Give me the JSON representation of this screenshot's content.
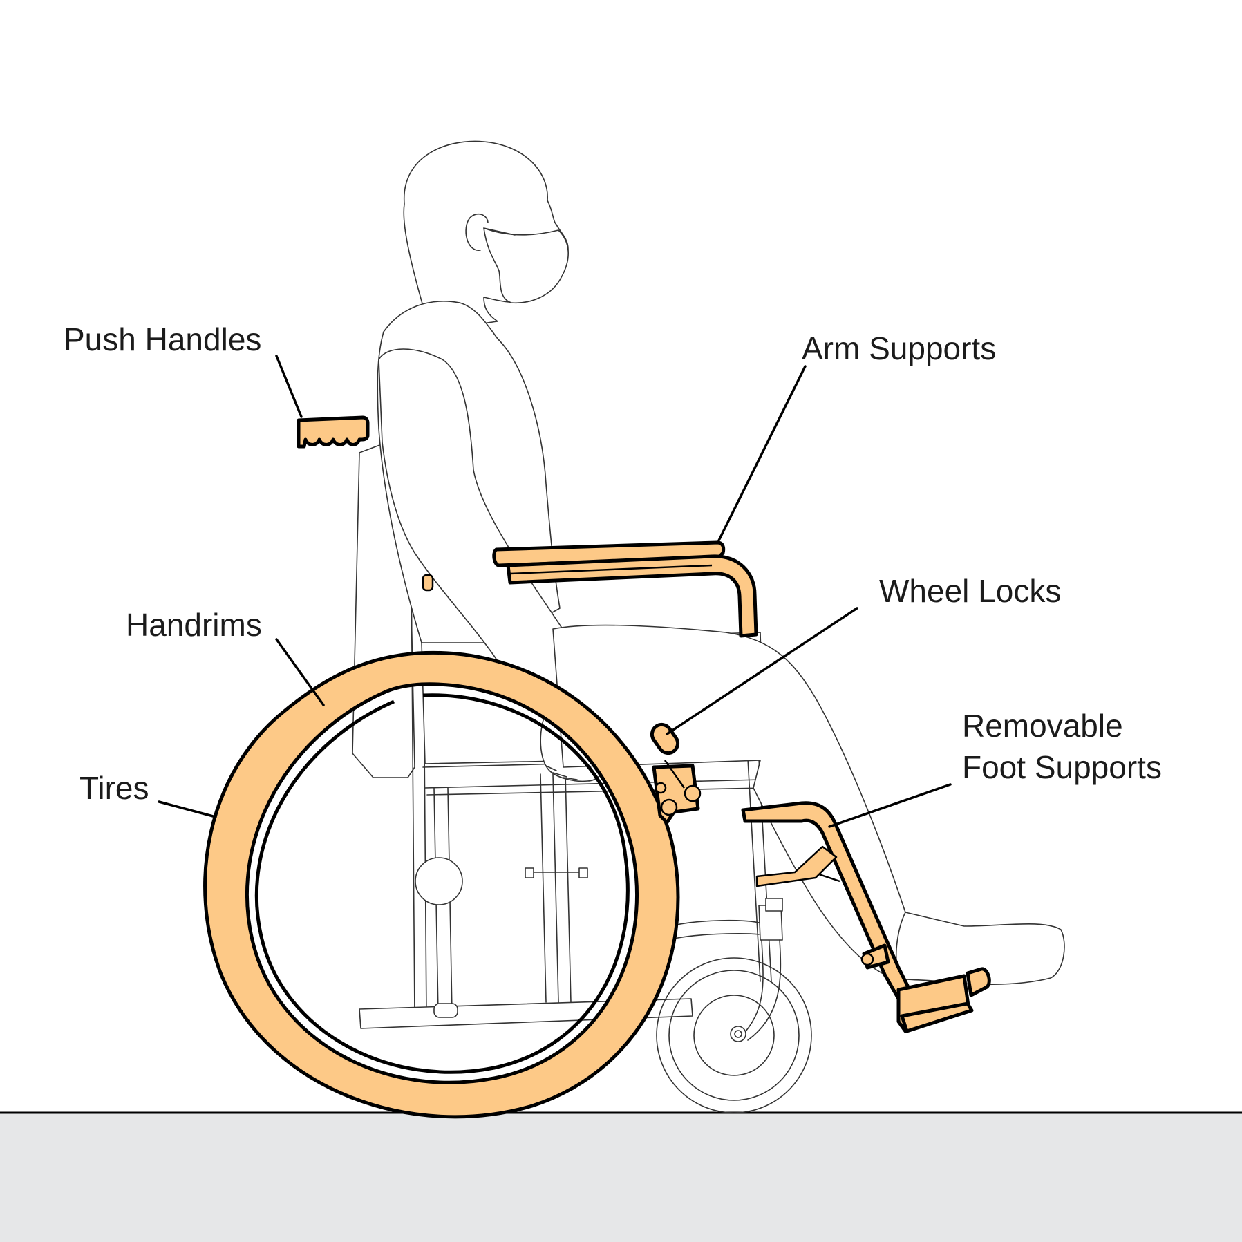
{
  "colors": {
    "highlight": "#fdc987",
    "outline": "#000000",
    "line_art": "#333333",
    "ground": "#e6e7e8",
    "background": "#ffffff"
  },
  "labels": {
    "push_handles": "Push Handles",
    "arm_supports": "Arm Supports",
    "wheel_locks": "Wheel Locks",
    "handrims": "Handrims",
    "tires": "Tires",
    "removable_foot_supports_line1": "Removable",
    "removable_foot_supports_line2": "Foot Supports"
  }
}
